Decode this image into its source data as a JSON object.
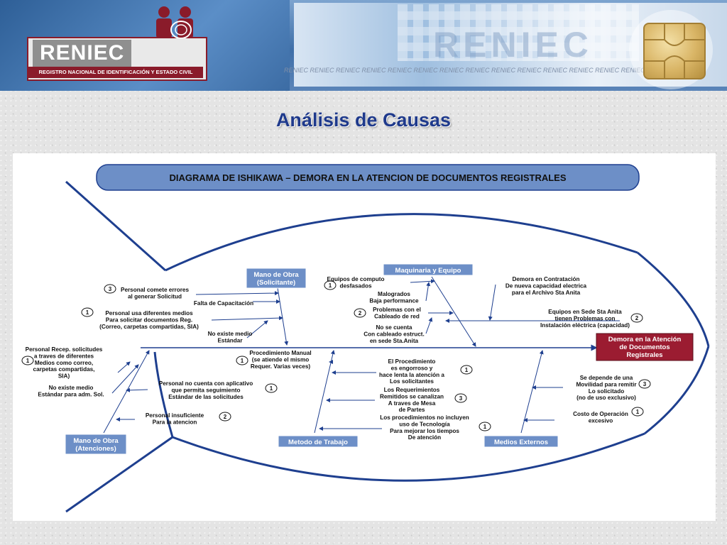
{
  "header": {
    "logo_text": "RENIEC",
    "logo_subtitle": "REGISTRO NACIONAL DE IDENTIFICACIÓN Y ESTADO CIVIL",
    "watermark": "RENIEC",
    "repeat_text": "RENIEC RENIEC RENIEC RENIEC RENIEC RENIEC RENIEC RENIEC RENIEC RENIEC RENIEC RENIEC RENIEC RENIEC RENIEC"
  },
  "page_title": "Análisis de Causas",
  "diagram": {
    "title": "DIAGRAMA DE ISHIKAWA – DEMORA EN LA ATENCION DE DOCUMENTOS REGISTRALES",
    "effect": [
      "Demora en la Atención",
      "de Documentos",
      "Registrales"
    ],
    "categories": {
      "solicitante": [
        "Mano de Obra",
        "(Solicitante)"
      ],
      "maquinaria": [
        "Maquinaria y Equipo"
      ],
      "atenciones": [
        "Mano de Obra",
        "(Atenciones)"
      ],
      "metodo": [
        "Metodo de Trabajo"
      ],
      "medios": [
        "Medios Externos"
      ]
    },
    "causes": {
      "sol1": {
        "num": "3",
        "lines": [
          "Personal comete errores",
          "al generar Solicitud"
        ]
      },
      "sol2": {
        "lines": [
          "Falta de Capacitación"
        ]
      },
      "sol3": {
        "num": "1",
        "lines": [
          "Personal usa diferentes medios",
          "Para solicitar documentos Reg.",
          "(Correo, carpetas compartidas, SIA)"
        ]
      },
      "sol4": {
        "lines": [
          "No existe medio",
          "Estándar"
        ]
      },
      "maq1": {
        "num": "1",
        "lines": [
          "Equipos de computo",
          "desfasados"
        ]
      },
      "maq2": {
        "lines": [
          "Malogrados",
          "Baja performance"
        ]
      },
      "maq3": {
        "num": "2",
        "lines": [
          "Problemas con el",
          "Cableado de red"
        ]
      },
      "maq4": {
        "lines": [
          "No se cuenta",
          "Con cableado estruct.",
          "en sede Sta.Anita"
        ]
      },
      "head1": {
        "lines": [
          "Demora en Contratación",
          "De nueva capacidad electrica",
          "para el Archivo Sta Anita"
        ]
      },
      "head2": {
        "num": "2",
        "lines": [
          "Equipos en Sede Sta Anita",
          "tienen Problemas con",
          "Instalación eléctrica (capacidad)"
        ]
      },
      "ate1": {
        "num": "1",
        "lines": [
          "Personal Recep. solicitudes",
          "a traves de diferentes",
          "Medios como correo,",
          "carpetas compartidas,",
          "SIA)"
        ]
      },
      "ate2": {
        "lines": [
          "No existe medio",
          "Estándar para adm. Sol."
        ]
      },
      "ate3": {
        "num": "1",
        "lines": [
          "Personal no cuenta con aplicativo",
          "que permita seguimiento",
          "Estándar de las solicitudes"
        ]
      },
      "ate4": {
        "num": "2",
        "lines": [
          "Personal insuficiente",
          "Para la atencion"
        ]
      },
      "met1": {
        "num": "1",
        "lines": [
          "Procedimiento Manual",
          "(se atiende el mismo",
          "Requer. Varias veces)"
        ]
      },
      "met2": {
        "num": "1",
        "lines": [
          "El Procedimiento",
          "es engorroso y",
          "hace lenta la atención a",
          "Los solicitantes"
        ]
      },
      "met3": {
        "num": "3",
        "lines": [
          "Los Requerimientos",
          "Remitidos se canalizan",
          "A traves de Mesa",
          "de Partes"
        ]
      },
      "met4": {
        "num": "1",
        "lines": [
          "Los procedimientos no incluyen",
          "uso de Tecnología",
          "Para mejorar los tiempos",
          "De atención"
        ]
      },
      "med1": {
        "num": "3",
        "lines": [
          "Se depende de una",
          "Movilidad para remitir",
          "Lo solicitado",
          "(no de uso exclusivo)"
        ]
      },
      "med2": {
        "num": "1",
        "lines": [
          "Costo de Operación",
          "excesivo"
        ]
      }
    }
  },
  "colors": {
    "title": "#1f3a8c",
    "category_box": "#6d8fc7",
    "effect_box": "#9b1c31",
    "fish_line": "#1e3f8f"
  }
}
